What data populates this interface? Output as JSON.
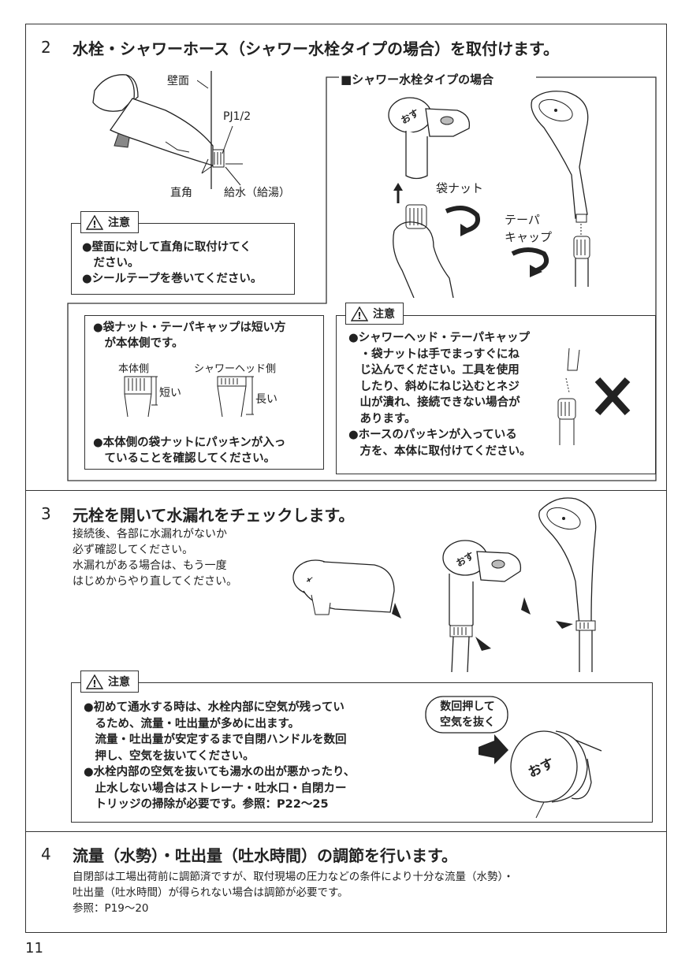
{
  "step2": {
    "num": "2",
    "title": "水栓・シャワーホース（シャワー水栓タイプの場合）を取付けます。",
    "diagram_labels": {
      "wall": "壁面",
      "pj": "PJ1/2",
      "right_angle": "直角",
      "supply": "給水（給湯）"
    },
    "caution1": {
      "tag": "注意",
      "lines": [
        "●壁面に対して直角に取付けてく",
        "　ださい。",
        "●シールテープを巻いてください。"
      ]
    },
    "shower_type": {
      "title": "■シャワー水栓タイプの場合",
      "knob_text": "おす",
      "labels": {
        "bag_nut": "袋ナット",
        "taper_cap_1": "テーパ",
        "taper_cap_2": "キャップ"
      }
    },
    "note_box": {
      "line1": [
        "●袋ナット・テーパキャップは短い方",
        "　が本体側です。"
      ],
      "body_side": "本体側",
      "shower_side": "シャワーヘッド側",
      "short": "短い",
      "long": "長い",
      "line2": [
        "●本体側の袋ナットにパッキンが入っ",
        "　ていることを確認してください。"
      ]
    },
    "caution2": {
      "tag": "注意",
      "lines": [
        "●シャワーヘッド・テーパキャップ",
        "　・袋ナットは手でまっすぐにね",
        "　じ込んでください。工具を使用",
        "　したり、斜めにねじ込むとネジ",
        "　山が潰れ、接続できない場合が",
        "　あります。",
        "●ホースのパッキンが入っている",
        "　方を、本体に取付けてください。"
      ]
    }
  },
  "step3": {
    "num": "3",
    "title": "元栓を開いて水漏れをチェックします。",
    "body": [
      "接続後、各部に水漏れがないか",
      "必ず確認してください。",
      "水漏れがある場合は、もう一度",
      "はじめからやり直してください。"
    ],
    "knob_text": "おす",
    "caution": {
      "tag": "注意",
      "lines": [
        "●初めて通水する時は、水栓内部に空気が残ってい",
        "　るため、流量・吐出量が多めに出ます。",
        "　流量・吐出量が安定するまで自閉ハンドルを数回",
        "　押し、空気を抜いてください。",
        "●水栓内部の空気を抜いても湯水の出が悪かったり、",
        "　止水しない場合はストレーナ・吐水口・自閉カー",
        "　トリッジの掃除が必要です。参照：P22～25"
      ]
    },
    "bubble": [
      "数回押して",
      "空気を抜く"
    ]
  },
  "step4": {
    "num": "4",
    "title": "流量（水勢）・吐出量（吐水時間）の調節を行います。",
    "body": [
      "自閉部は工場出荷前に調節済ですが、取付現場の圧力などの条件により十分な流量（水勢）・",
      "吐出量（吐水時間）が得られない場合は調節が必要です。",
      "参照：P19～20"
    ]
  },
  "page_number": "11"
}
